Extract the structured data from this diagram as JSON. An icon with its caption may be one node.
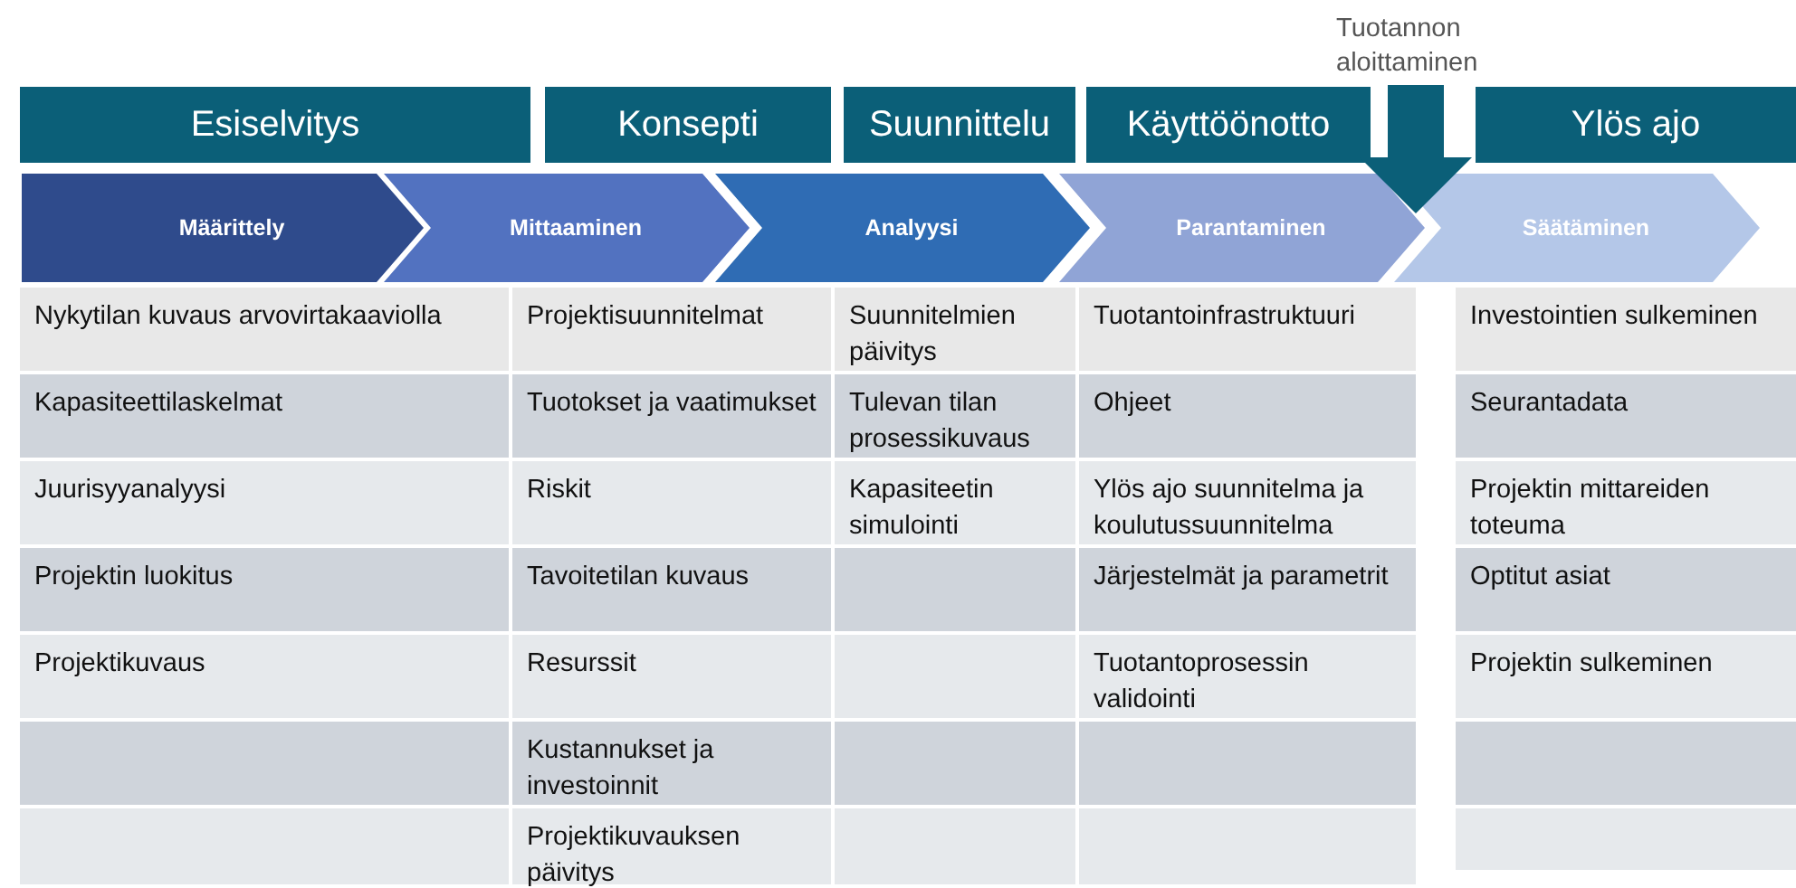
{
  "diagram": {
    "nodes": [
      {
        "text": [
          "Tuotannon aloittaminen"
        ]
      },
      {
        "text": [
          "Esiselvitys"
        ]
      },
      {
        "text": [
          "Konsepti"
        ]
      },
      {
        "text": [
          "Suunnittelu"
        ]
      },
      {
        "text": [
          "Käyttöönotto"
        ]
      },
      {
        "text": [
          "Ylös ajo"
        ]
      },
      {
        "text": [
          "Määrittely"
        ]
      },
      {
        "text": [
          "Mittaaminen"
        ]
      },
      {
        "text": [
          "Analyysi"
        ]
      },
      {
        "text": [
          "Parantaminen"
        ]
      },
      {
        "text": [
          "Säätäminen"
        ]
      }
    ],
    "edges": [
      {
        "from": 0,
        "to": 10,
        "arrow": "to"
      }
    ],
    "labels": [
      "Nykytilan kuvaus arvovirtakaaviolla",
      "Projektisuunnitelmat",
      "Suunnitelmien päivitys",
      "Tuotantoinfrastruktuuri",
      "Investointien sulkeminen",
      "Kapasiteettilaskelmat",
      "Tuotokset ja vaatimukset",
      "Tulevan tilan prosessikuvaus",
      "Ohjeet",
      "Seurantadata",
      "Juurisyyanalyysi",
      "Riskit",
      "Kapasiteetin simulointi",
      "Ylös ajo suunnitelma ja koulutussuunnitelma",
      "Projektin mittareiden toteuma",
      "Projektin luokitus",
      "Tavoitetilan kuvaus",
      "Järjestelmät ja parametrit",
      "Optitut asiat",
      "Projektikuvaus",
      "Resurssit",
      "Tuotantoprosessin validointi",
      "Projektin sulkeminen",
      "Kustannukset ja investoinnit",
      "Projektikuvauksen päivitys"
    ]
  }
}
